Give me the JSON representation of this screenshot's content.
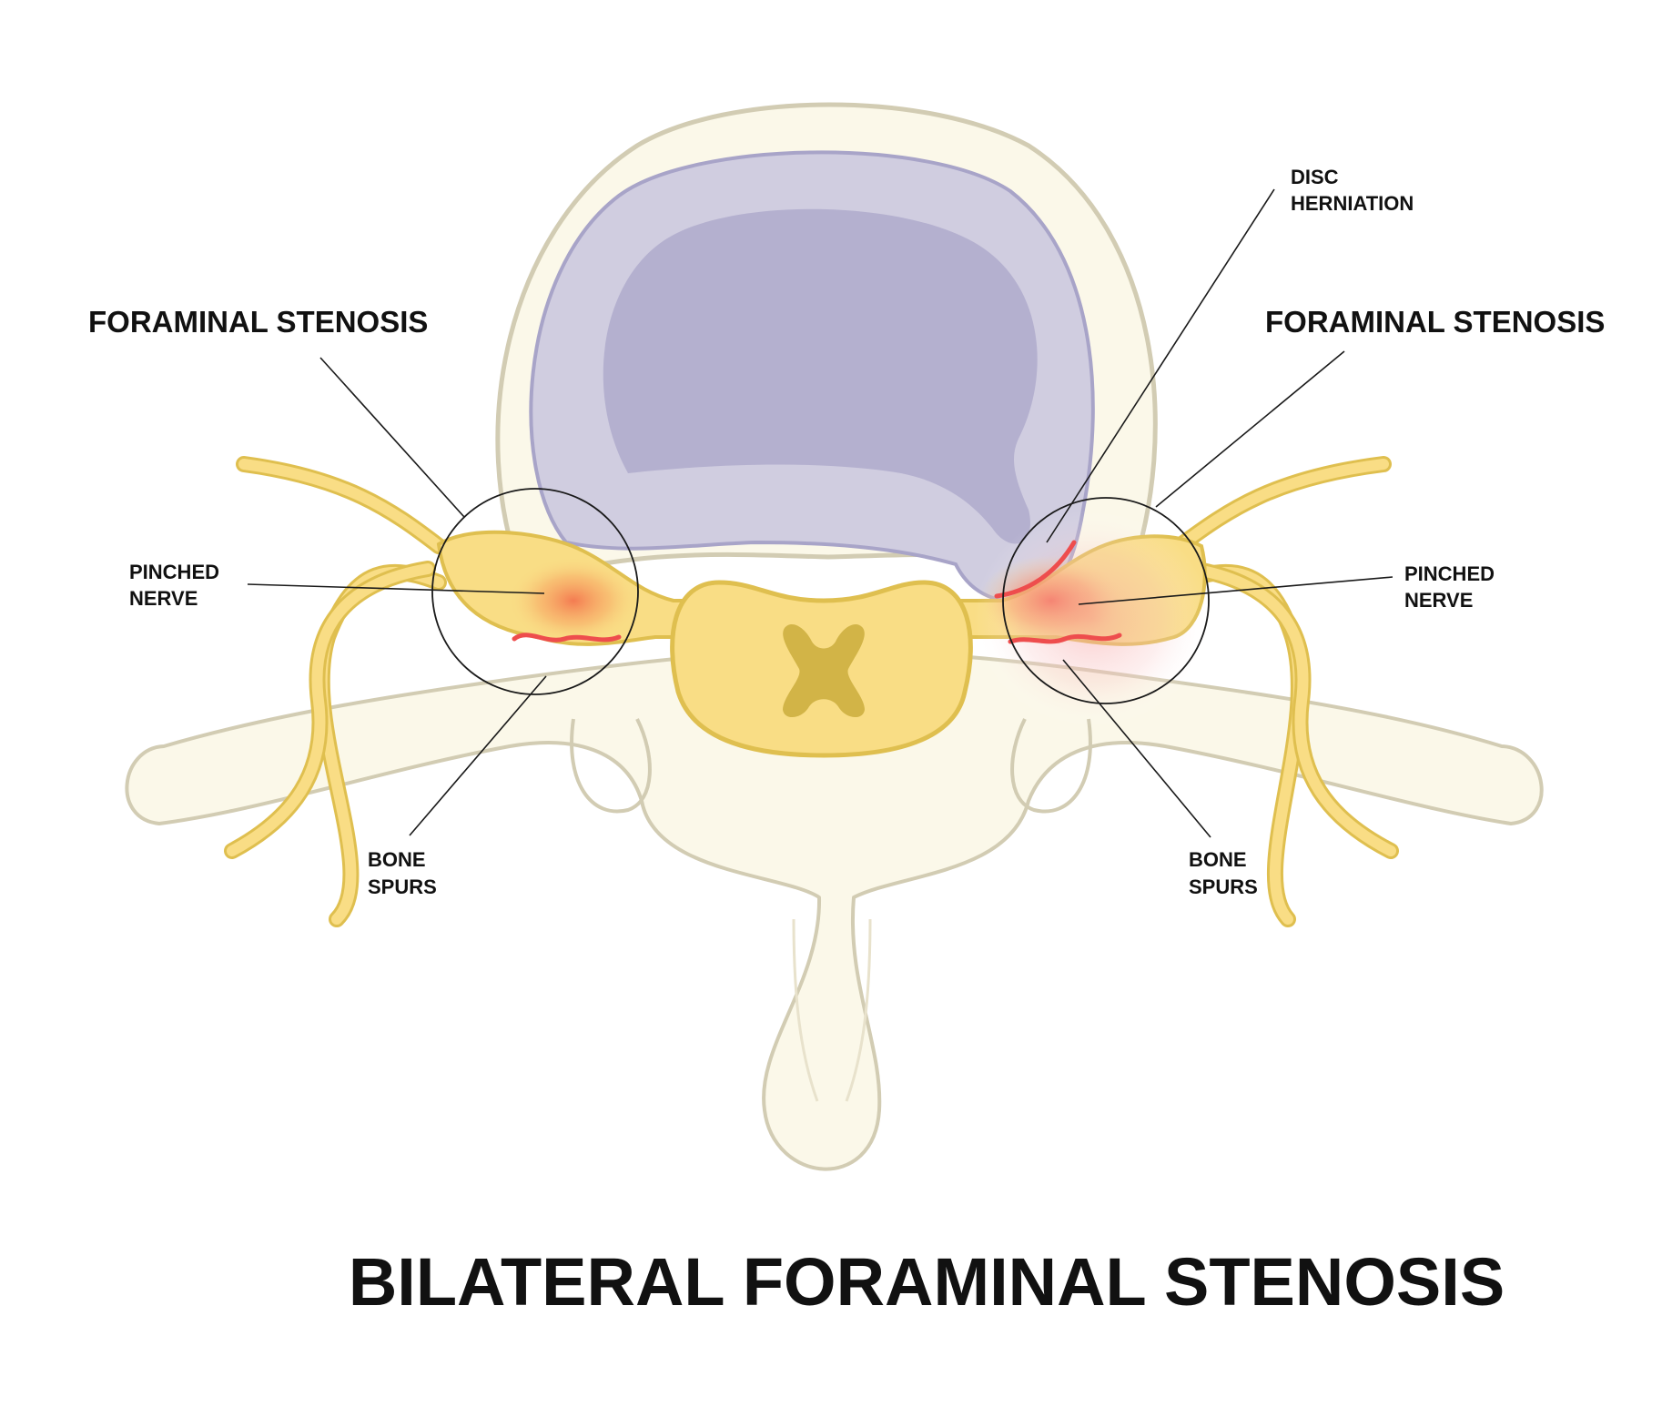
{
  "title": "BILATERAL FORAMINAL STENOSIS",
  "labels": {
    "foraminal_left": "FORAMINAL STENOSIS",
    "foraminal_right": "FORAMINAL STENOSIS",
    "disc_herniation_line1": "DISC",
    "disc_herniation_line2": "HERNIATION",
    "pinched_left_line1": "PINCHED",
    "pinched_left_line2": "NERVE",
    "pinched_right_line1": "PINCHED",
    "pinched_right_line2": "NERVE",
    "bone_left_line1": "BONE",
    "bone_left_line2": "SPURS",
    "bone_right_line1": "BONE",
    "bone_right_line2": "SPURS"
  },
  "colors": {
    "bone": "#fbf8e9",
    "bone_outline": "#d2ccb3",
    "disc_outer": "#d0cde0",
    "disc_inner": "#b4b0cf",
    "disc_outline": "#a8a4c8",
    "nerve": "#f9dd85",
    "nerve_outline": "#dfbf4f",
    "cord_core": "#d2b447",
    "inflammation": "#f06a4a",
    "text": "#111111"
  }
}
